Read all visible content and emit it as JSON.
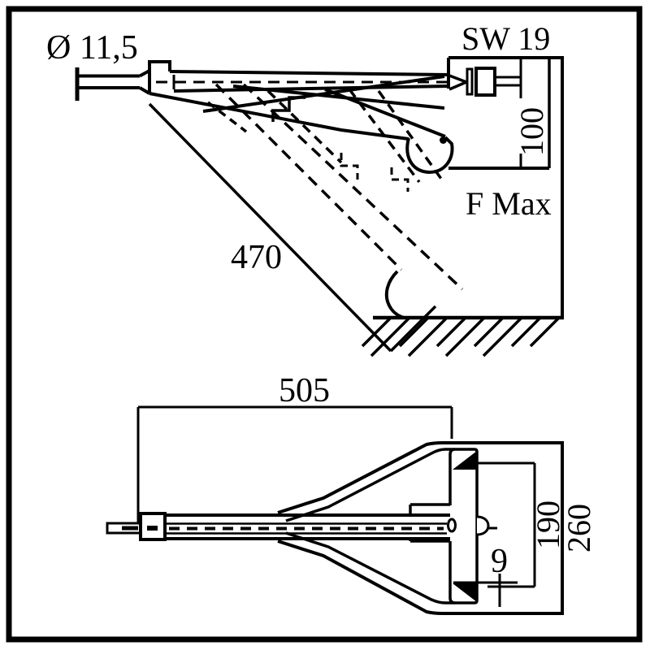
{
  "drawing": {
    "title": "anchor-technical-drawing",
    "colors": {
      "ink": "#000000",
      "paper": "#ffffff"
    },
    "side_view": {
      "labels": {
        "diameter": "Ø 11,5",
        "wrench": "SW 19",
        "height": "100",
        "force": "F Max",
        "length": "470"
      }
    },
    "plan_view": {
      "labels": {
        "overall_length": "505",
        "fluke_span": "190",
        "overall_width": "260",
        "plate_thickness": "9"
      }
    }
  }
}
